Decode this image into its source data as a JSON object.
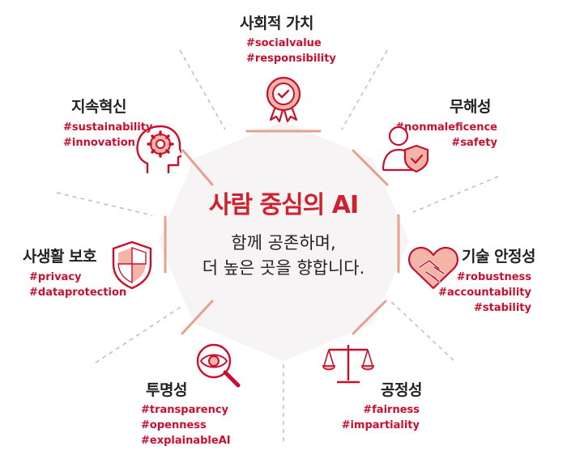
{
  "center": {
    "title": "사람 중심의 AI",
    "subtitle_line1": "함께 공존하며,",
    "subtitle_line2": "더 높은 곳을 향합니다."
  },
  "colors": {
    "accent": "#c8102e",
    "salmon": "#e8a08e",
    "octagon": "#f6f4f4",
    "text": "#222222"
  },
  "categories": [
    {
      "id": "social-value",
      "title": "사회적 가치",
      "icon": "award-medal-icon",
      "tags": [
        "#socialvalue",
        "#responsibility"
      ]
    },
    {
      "id": "harmlessness",
      "title": "무해성",
      "icon": "user-shield-icon",
      "tags": [
        "#nonmaleficence",
        "#safety"
      ]
    },
    {
      "id": "technical-stability",
      "title": "기술 안정성",
      "icon": "heart-handshake-icon",
      "tags": [
        "#robustness",
        "#accountability",
        "#stability"
      ]
    },
    {
      "id": "fairness",
      "title": "공정성",
      "icon": "balance-scale-icon",
      "tags": [
        "#fairness",
        "#impartiality"
      ]
    },
    {
      "id": "transparency",
      "title": "투명성",
      "icon": "eye-magnifier-icon",
      "tags": [
        "#transparency",
        "#openness",
        "#explainableAI"
      ]
    },
    {
      "id": "privacy",
      "title": "사생활 보호",
      "icon": "shield-icon",
      "tags": [
        "#privacy",
        "#dataprotection"
      ]
    },
    {
      "id": "sustainable-innovation",
      "title": "지속혁신",
      "icon": "head-gear-icon",
      "tags": [
        "#sustainability",
        "#innovation"
      ]
    }
  ]
}
